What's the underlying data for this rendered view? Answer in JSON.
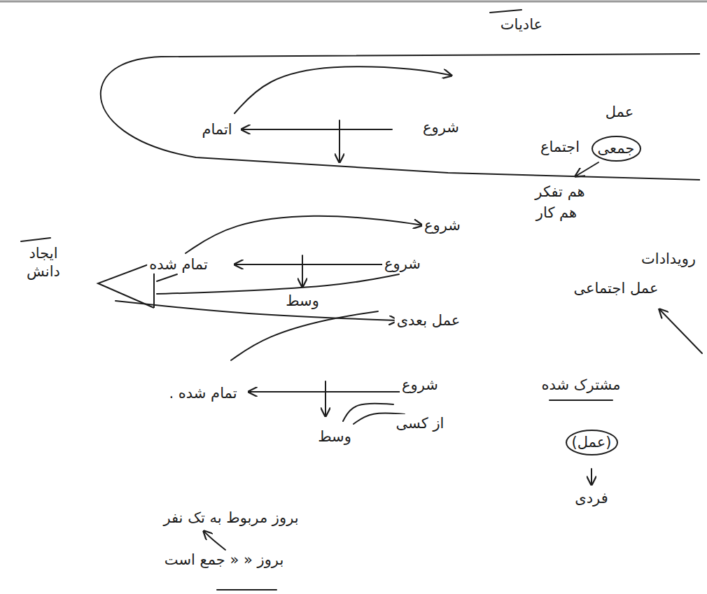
{
  "diagram": {
    "nodes": [
      {
        "text": [
          "عادیات"
        ]
      },
      {
        "text": [
          "جمعی"
        ],
        "in": 0
      },
      {
        "text": [
          "ایجاد دانش"
        ]
      },
      {
        "text": [
          "(عمل)"
        ]
      }
    ],
    "labels": [
      "اتمام",
      "شروع",
      "عمل",
      "اجتماع",
      "هم تفکر",
      "هم کار",
      "شروع",
      "تمام شده",
      "شروع",
      "وسط",
      "عمل بعدی",
      "رویدادات",
      "عمل اجتماعی",
      "تمام شده .",
      "شروع",
      "از کسی",
      "وسط",
      "مشترک شده",
      "فردی",
      "بروز مربوط به تک نفر",
      "بروز « « جمع است"
    ]
  }
}
